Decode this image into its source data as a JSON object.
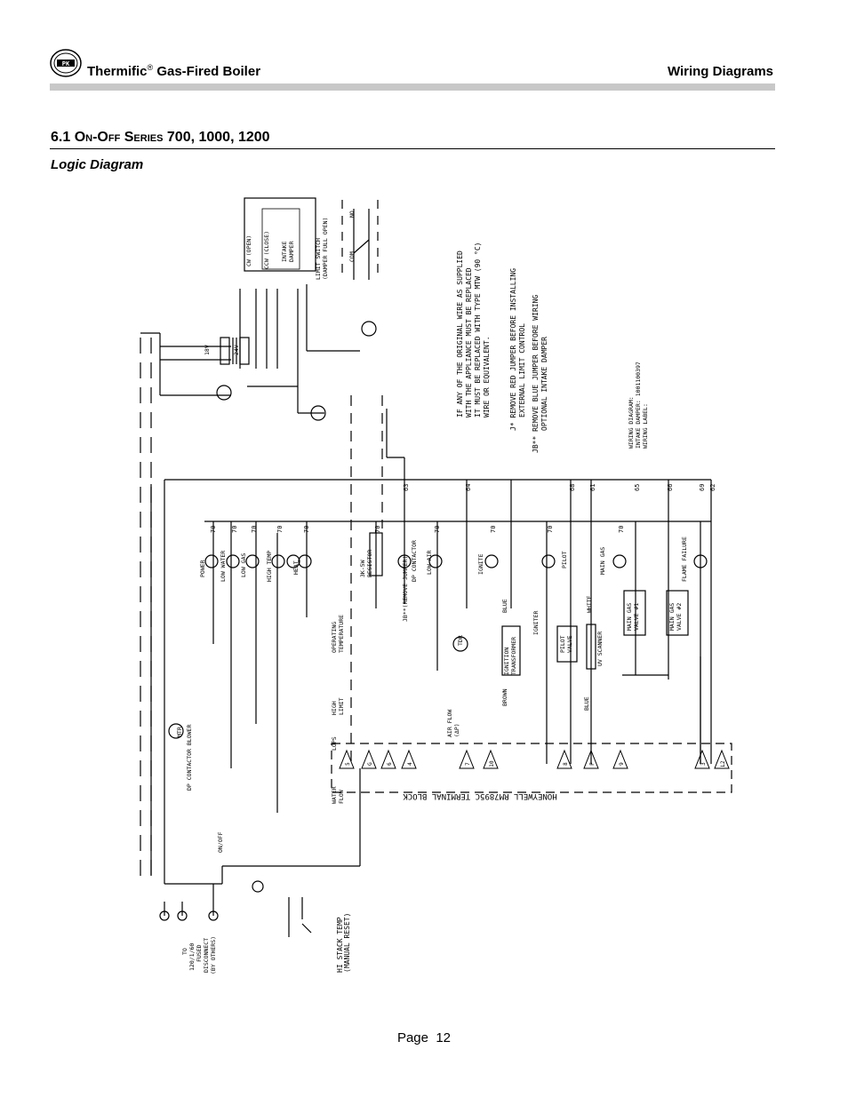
{
  "header": {
    "brand": "Thermific",
    "registered": "®",
    "product": "Gas-Fired Boiler",
    "section": "Wiring Diagrams"
  },
  "section": {
    "number": "6.1",
    "title_sc": "On-Off Series",
    "title_rest": "700, 1000, 1200"
  },
  "subtitle": "Logic Diagram",
  "diagram": {
    "damper_cw": "CW (OPEN)",
    "damper_ccw": "CCW (CLOSE)",
    "intake_damper_1": "INTAKE",
    "intake_damper_2": "DAMPER",
    "limit_switch_1": "LIMIT SWITCH",
    "limit_switch_2": "(DAMPER FULL OPEN)",
    "no": "NO",
    "com": "COM",
    "note1_l1": "IF ANY OF THE ORIGINAL WIRE AS SUPPLIED",
    "note1_l2": "WITH THE APPLIANCE MUST BE REPLACED",
    "note1_l3": "IT MUST BE REPLACED WITH TYPE MTW (90 °C)",
    "note1_l4": "WIRE OR EQUIVALENT.",
    "note2_l1": "J* REMOVE RED JUMPER BEFORE INSTALLING",
    "note2_l2": "EXTERNAL LIMIT CONTROL",
    "note3_l1": "JB** REMOVE BLUE JUMPER BEFORE WIRING",
    "note3_l2": "OPTIONAL INTAKE DAMPER",
    "wd_l1": "WIRING DIAGRAM:",
    "wd_l2": "INTAKE DAMPER: 1001100397",
    "wd_l3": "WIRING LABEL:",
    "power": "POWER",
    "low_water": "LOW WATER",
    "low_gas": "LOW GAS",
    "high_temp": "HIGH TEMP",
    "heat": "HEAT",
    "resistor_1": "3K-5W",
    "resistor_2": "RESISTOR",
    "dp_contactor": "DP CONTACTOR",
    "low_air": "LOW AIR",
    "ignite": "IGNITE",
    "pilot": "PILOT",
    "main_gas": "MAIN GAS",
    "flame_failure": "FLAME FAILURE",
    "operating_temp_1": "OPERATING",
    "operating_temp_2": "TEMPERATURE",
    "high_limit_1": "HIGH",
    "high_limit_2": "LIMIT",
    "jb_remove": "JB**(REMOVE JUMPER)",
    "tdr": "TDR",
    "ignition_transformer_1": "IGNITION",
    "ignition_transformer_2": "TRANSFORMER",
    "igniter": "IGNITER",
    "pilot_valve_1": "PILOT",
    "pilot_valve_2": "VALVE",
    "uv_scanner": "UV SCANNER",
    "main_gas_valve1_1": "MAIN GAS",
    "main_gas_valve1_2": "VALVE #1",
    "main_gas_valve2_1": "MAIN GAS",
    "main_gas_valve2_2": "VALVE #2",
    "blue": "BLUE",
    "brown": "BROWN",
    "white": "WHITE",
    "air_flow_1": "AIR FLOW",
    "air_flow_2": "(ΔP)",
    "lops": "LOPS",
    "water_flow_1": "WATER",
    "water_flow_2": "FLOW",
    "mtr": "MTR",
    "dp_contactor_blower": "DP CONTACTOR BLOWER",
    "on_off": "ON/OFF",
    "terminal_block": "HONEYWELL RM7895C TERMINAL BLOCK",
    "hi_stack_1": "HI STACK TEMP",
    "hi_stack_2": "(MANUAL RESET)",
    "disc_1": "TO",
    "disc_2": "120/1/60",
    "disc_3": "FUSED",
    "disc_4": "DISCONNECT",
    "disc_5": "(BY OTHERS)",
    "v18": "18V",
    "v24": "24V",
    "wire_numbers": [
      "70",
      "70",
      "70",
      "70",
      "70",
      "70",
      "70",
      "70",
      "70",
      "70",
      "63",
      "64",
      "68",
      "61",
      "65",
      "66",
      "69",
      "62"
    ],
    "terminals": [
      "5",
      "G",
      "6",
      "4",
      "7",
      "10",
      "8",
      "F",
      "9",
      "3",
      "L2"
    ]
  },
  "footer": {
    "label": "Page",
    "number": "12"
  }
}
